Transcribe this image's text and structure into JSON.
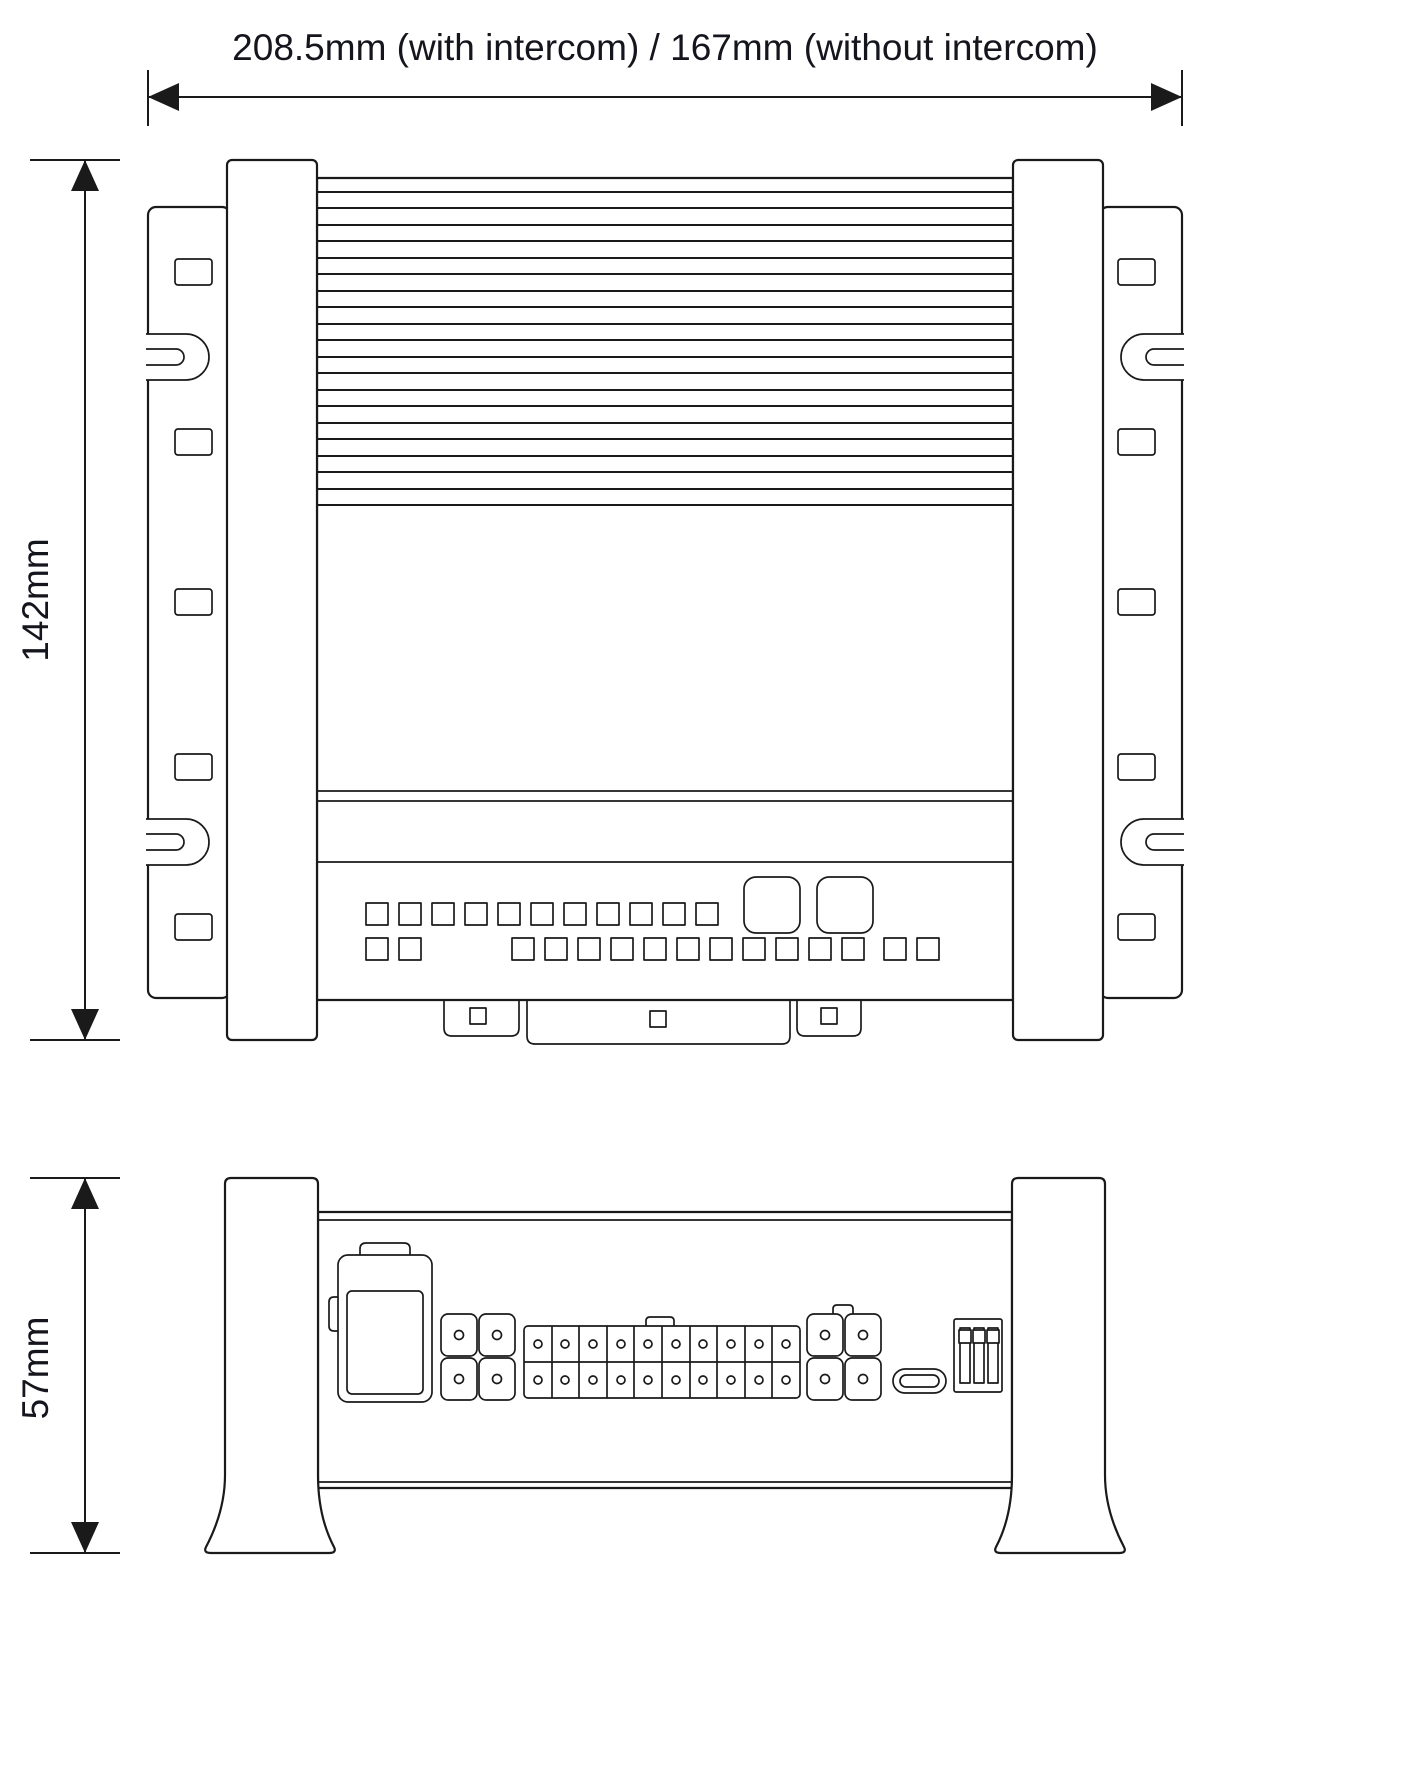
{
  "page": {
    "background": "#ffffff"
  },
  "drawing": {
    "stroke_color": "#1a1a1a",
    "label_color": "#15151d",
    "dimensions": {
      "width_label": "208.5mm (with intercom) / 167mm (without intercom)",
      "height_label": "142mm",
      "depth_label": "57mm"
    }
  }
}
